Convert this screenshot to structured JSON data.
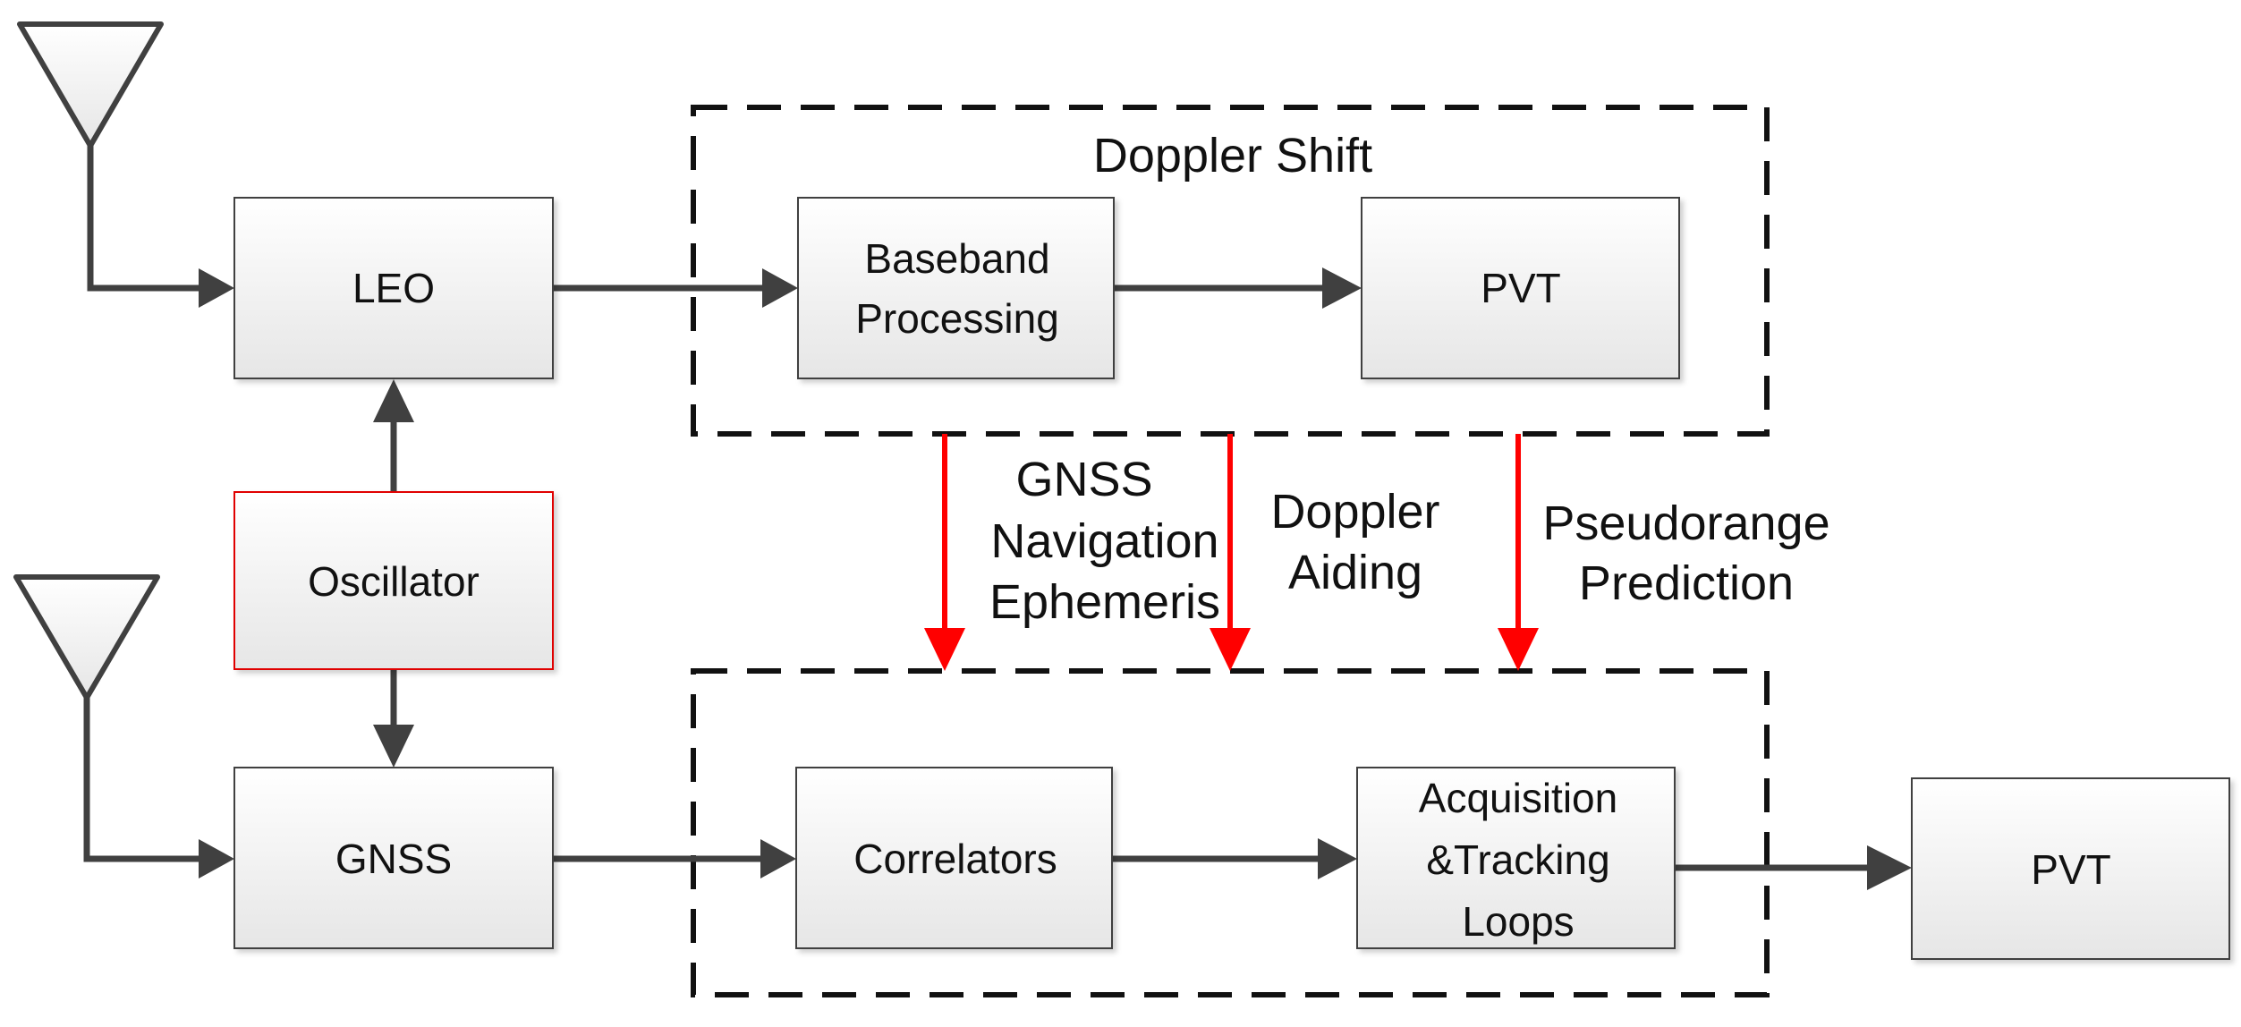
{
  "blocks": {
    "leo": "LEO",
    "oscillator": "Oscillator",
    "gnss": "GNSS",
    "baseband_line1": "Baseband",
    "baseband_line2": "Processing",
    "pvt_top": "PVT",
    "correlators": "Correlators",
    "acq_line1": "Acquisition",
    "acq_line2": "&Tracking",
    "acq_line3": "Loops",
    "pvt_out": "PVT"
  },
  "labels": {
    "doppler_shift": "Doppler Shift",
    "gnss_nav_line1": "GNSS",
    "gnss_nav_line2": "Navigation",
    "gnss_nav_line3": "Ephemeris",
    "doppler_aiding_line1": "Doppler",
    "doppler_aiding_line2": "Aiding",
    "pseudorange_line1": "Pseudorange",
    "pseudorange_line2": "Prediction"
  },
  "colors": {
    "line": "#404040",
    "aiding_arrow": "#ff0000",
    "oscillator_border": "#e00000",
    "box_border": "#404040"
  }
}
